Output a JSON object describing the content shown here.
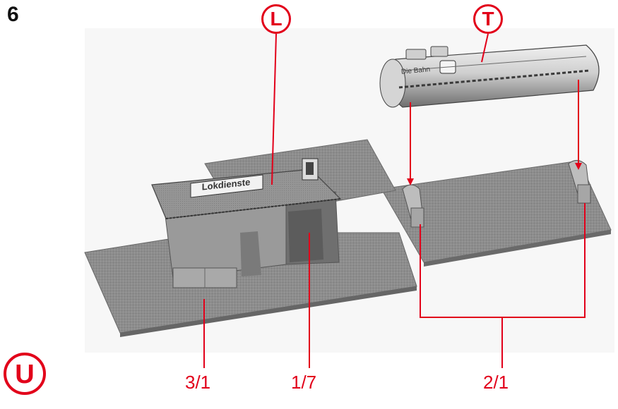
{
  "step_number": "6",
  "callouts": {
    "building": "L",
    "tank": "T",
    "page_marker": "U"
  },
  "part_numbers": {
    "base_plate": "3/1",
    "building_part": "1/7",
    "tank_supports": "2/1"
  },
  "model_text": {
    "sign": "Lokdienste",
    "tank_brand": "Die Bahn"
  },
  "colors": {
    "accent": "#e2001a",
    "model_gray": "#8c8c8c"
  }
}
